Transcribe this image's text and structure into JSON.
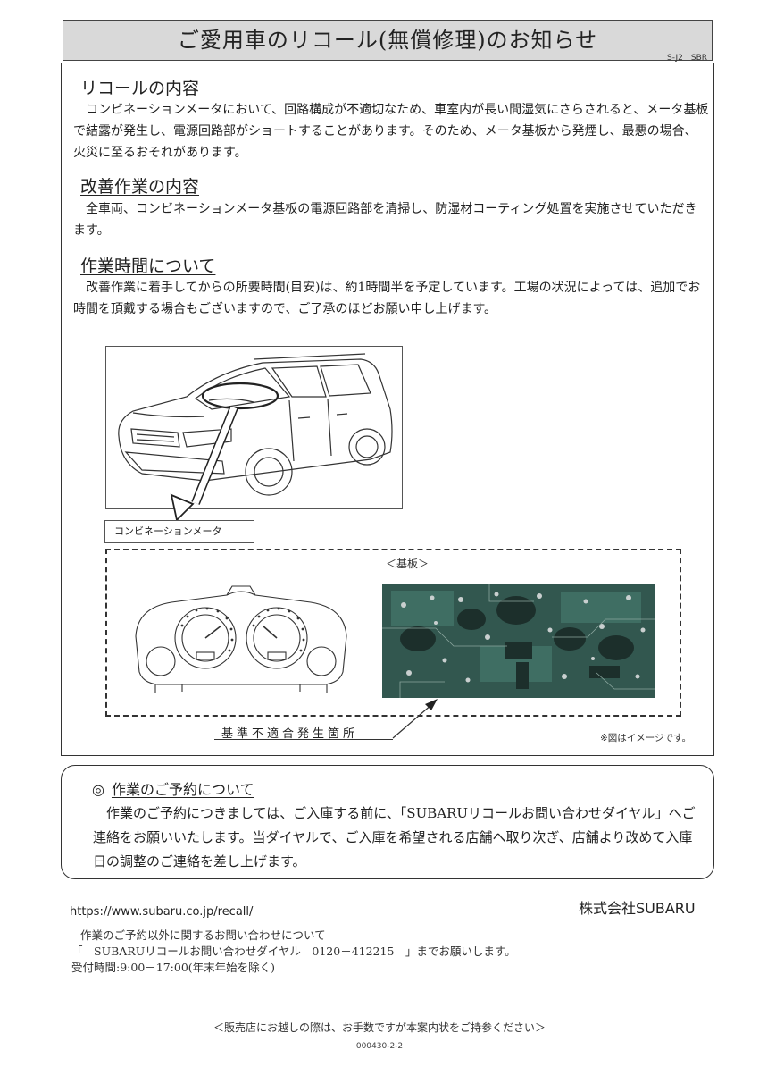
{
  "title": "ご愛用車のリコール(無償修理)のお知らせ",
  "code": "S-J2　SBR",
  "sections": [
    {
      "heading": "リコールの内容",
      "body": "コンビネーションメータにおいて、回路構成が不適切なため、車室内が長い間湿気にさらされると、メータ基板で結露が発生し、電源回路部がショートすることがあります。そのため、メータ基板から発煙し、最悪の場合、火災に至るおそれがあります。"
    },
    {
      "heading": "改善作業の内容",
      "body": "全車両、コンビネーションメータ基板の電源回路部を清掃し、防湿材コーティング処置を実施させていただきます。"
    },
    {
      "heading": "作業時間について",
      "body": "改善作業に着手してからの所要時間(目安)は、約1時間半を予定しています。工場の状況によっては、追加でお時間を頂戴する場合もございますので、ご了承のほどお願い申し上げます。"
    }
  ],
  "figure": {
    "meter_label": "コンビネーションメータ",
    "board_label": "＜基板＞",
    "fault_label": "基準不適合発生箇所",
    "note": "※図はイメージです。"
  },
  "reservation": {
    "mark": "◎",
    "heading": "作業のご予約について",
    "body": "作業のご予約につきましては、ご入庫する前に、「SUBARUリコールお問い合わせダイヤル」へご連絡をお願いいたします。当ダイヤルで、ご入庫を希望される店舗へ取り次ぎ、店舗より改めて入庫日の調整のご連絡を差し上げます。"
  },
  "url": "https://www.subaru.co.jp/recall/",
  "company": "株式会社SUBARU",
  "contact": {
    "line1": "作業のご予約以外に関するお問い合わせについて",
    "line2": "「　SUBARUリコールお問い合わせダイヤル　0120－412215　」までお願いします。",
    "line3": "受付時間:9:00－17:00(年末年始を除く)"
  },
  "footer": "＜販売店にお越しの際は、お手数ですが本案内状をご持参ください＞",
  "doc_number": "000430-2-2"
}
